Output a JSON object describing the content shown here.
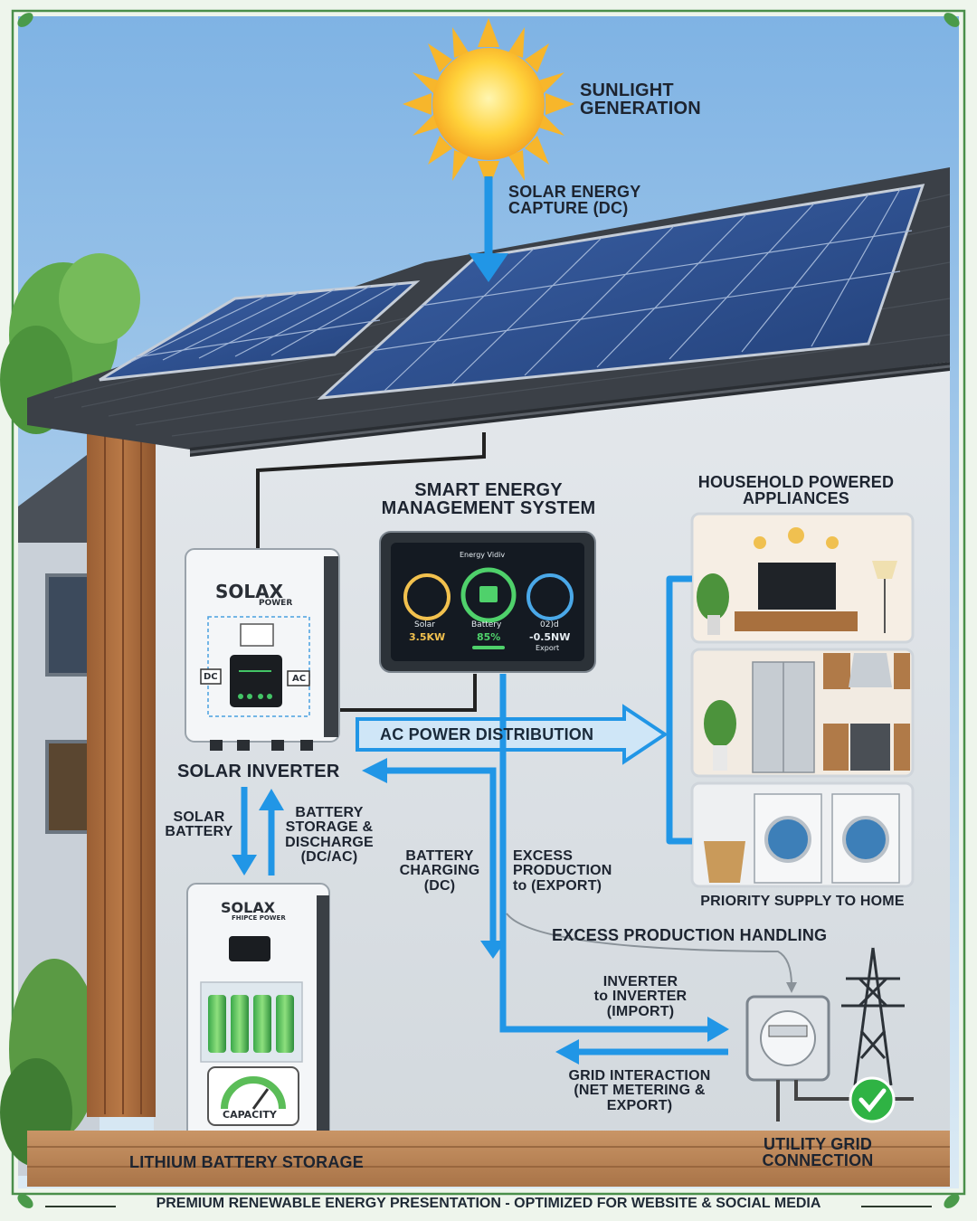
{
  "labels": {
    "sunlight": [
      "SUNLIGHT",
      "GENERATION"
    ],
    "solar_capture": [
      "SOLAR ENERGY",
      "CAPTURE (DC)"
    ],
    "smart_system": [
      "SMART ENERGY",
      "MANAGEMENT SYSTEM"
    ],
    "household": [
      "HOUSEHOLD POWERED",
      "APPLIANCES"
    ],
    "ac_distribution": "AC POWER DISTRIBUTION",
    "solar_inverter": "SOLAR INVERTER",
    "solar_battery": [
      "SOLAR",
      "BATTERY"
    ],
    "battery_storage": [
      "BATTERY",
      "STORAGE &",
      "DISCHARGE",
      "(DC/AC)"
    ],
    "battery_charging": [
      "BATTERY",
      "CHARGING",
      "(DC)"
    ],
    "excess_export": [
      "EXCESS",
      "PRODUCTION",
      "to (EXPORT)"
    ],
    "priority_supply": "PRIORITY SUPPLY TO HOME",
    "excess_handling": "EXCESS PRODUCTION HANDLING",
    "inverter_import": [
      "INVERTER",
      "to INVERTER",
      "(IMPORT)"
    ],
    "grid_interaction": [
      "GRID INTERACTION",
      "(NET METERING & EXPORT)"
    ],
    "lithium_storage": "LITHIUM BATTERY STORAGE",
    "utility_grid": [
      "UTILITY GRID",
      "CONNECTION"
    ]
  },
  "inverter": {
    "brand": "SOLAX",
    "sub": "POWER",
    "dc": "DC",
    "ac": "AC"
  },
  "battery_unit": {
    "brand": "SOLAX",
    "sub": "FHIPCE POWER",
    "gauge_label": "CAPACITY"
  },
  "screen": {
    "title": "Energy Vidiv",
    "items": [
      {
        "label": "Solar",
        "value": "3.5KW",
        "color": "#f2c14e"
      },
      {
        "label": "Battery",
        "value": "85%",
        "color": "#4fd16b"
      },
      {
        "label": "02)d",
        "value": "-0.5NW",
        "sub": "Export",
        "color": "#4aa8e8"
      }
    ]
  },
  "footer": "PREMIUM RENEWABLE ENERGY PRESENTATION - OPTIMIZED FOR WEBSITE & SOCIAL MEDIA",
  "colors": {
    "flow_arrow": "#2196e6",
    "sky_top": "#7fb8e6",
    "sky_bottom": "#dcecf6",
    "roof": "#3a3f45",
    "panel": "#2b4a86",
    "wall": "#dfe4e8",
    "deck": "#c08a5a",
    "check_green": "#2fb344"
  }
}
